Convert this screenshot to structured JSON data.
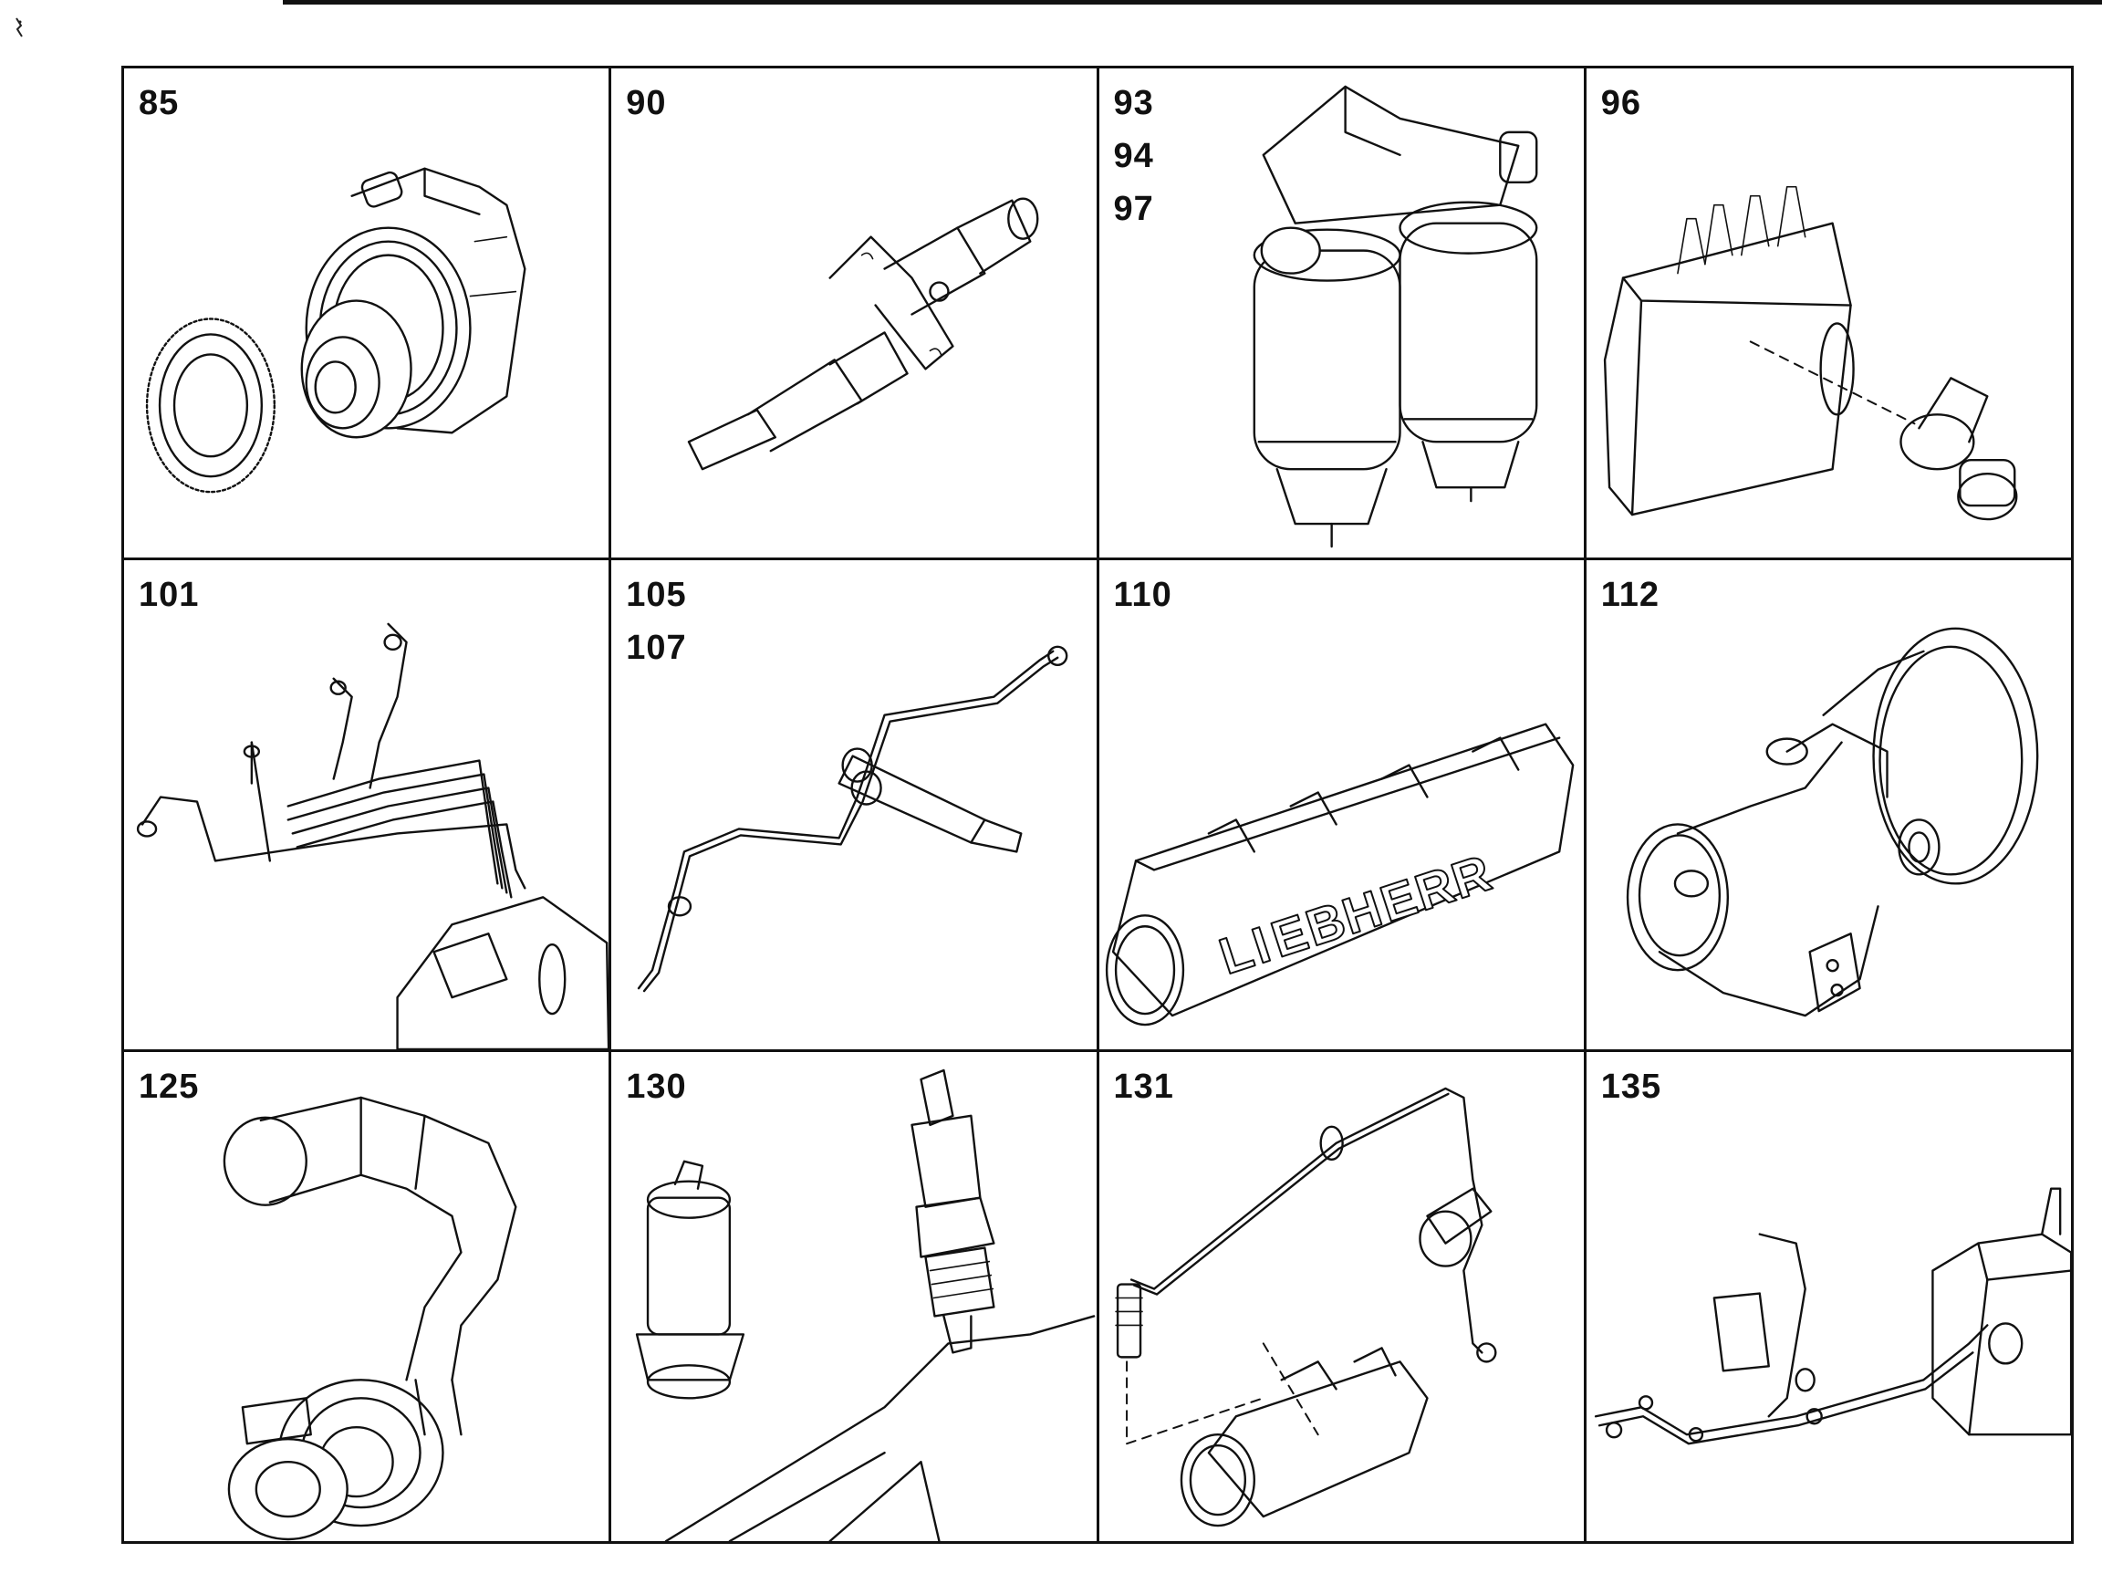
{
  "cells": [
    {
      "labels": [
        "85"
      ],
      "icon": "gear-pump-with-drive-gear-icon"
    },
    {
      "labels": [
        "90"
      ],
      "icon": "injection-nozzle-holder-icon"
    },
    {
      "labels": [
        "93",
        "94",
        "97"
      ],
      "icon": "twin-fuel-filter-icon"
    },
    {
      "labels": [
        "96"
      ],
      "icon": "injection-pump-with-fitting-icon"
    },
    {
      "labels": [
        "101"
      ],
      "icon": "injection-lines-icon"
    },
    {
      "labels": [
        "105",
        "107"
      ],
      "icon": "injector-with-line-icon"
    },
    {
      "labels": [
        "110"
      ],
      "icon": "intake-manifold-icon"
    },
    {
      "labels": [
        "112"
      ],
      "icon": "elbow-pipe-icon"
    },
    {
      "labels": [
        "125"
      ],
      "icon": "turbocharger-hose-icon"
    },
    {
      "labels": [
        "130"
      ],
      "icon": "glow-plug-and-relay-icon"
    },
    {
      "labels": [
        "131"
      ],
      "icon": "flame-start-system-icon"
    },
    {
      "labels": [
        "135"
      ],
      "icon": "control-linkage-icon"
    }
  ],
  "logo_text": "LIEBHERR"
}
